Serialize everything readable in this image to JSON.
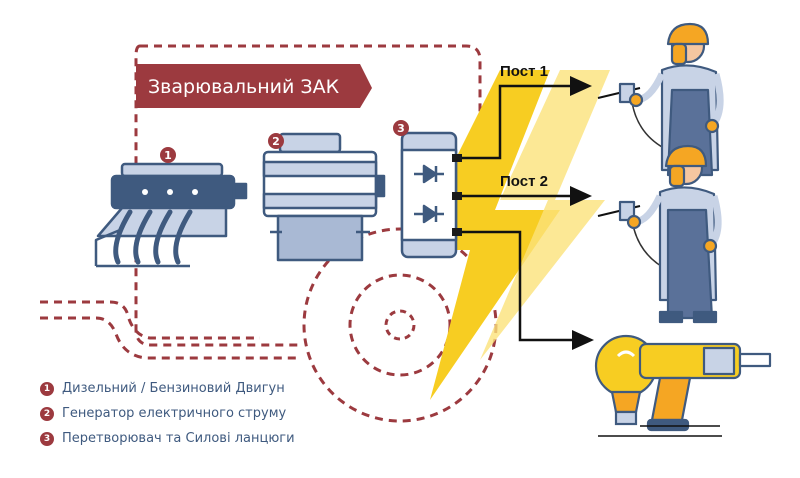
{
  "banner": {
    "title": "Зварювальний ЗАК"
  },
  "outputs": {
    "post1": "Пост 1",
    "post2": "Пост 2"
  },
  "badges": [
    "1",
    "2",
    "3"
  ],
  "legend": [
    {
      "num": "1",
      "text": "Дизельний / Бензиновий Двигун"
    },
    {
      "num": "2",
      "text": "Генератор електричного струму"
    },
    {
      "num": "3",
      "text": "Перетворювач та Силові ланцюги"
    }
  ],
  "colors": {
    "accent_red": "#9c3a3f",
    "dark_blue": "#3f5a7f",
    "light_blue": "#c8d3e6",
    "bolt_yellow": "#f7cd22",
    "hat_orange": "#f5a623"
  },
  "icons": [
    "engine-icon",
    "generator-icon",
    "inverter-icon",
    "lightning-bolt-icon",
    "welder-icon",
    "light-bulb-icon",
    "power-drill-icon"
  ]
}
